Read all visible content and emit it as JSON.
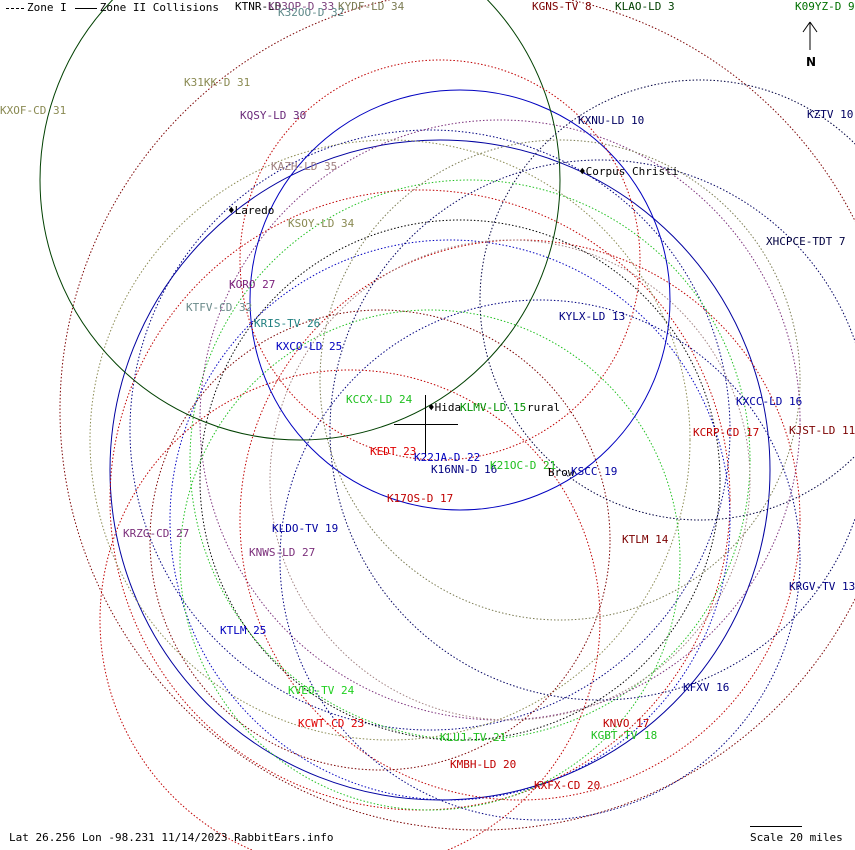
{
  "legend": {
    "zone1_label": "Zone I",
    "zone2_label": "Zone II Collisions"
  },
  "compass": {
    "label": "N"
  },
  "footer": {
    "location_text": "Lat 26.256 Lon -98.231 11/14/2023 RabbitEars.info",
    "scale_text": "Scale 20 miles"
  },
  "cities": [
    {
      "name": "Laredo"
    },
    {
      "name": "Corpus Christi"
    },
    {
      "name": "Hida"
    },
    {
      "name": "rural"
    },
    {
      "name": "Brow"
    }
  ],
  "stations": [
    {
      "label": "KTNR-LD",
      "color": "#000000"
    },
    {
      "label": "K33QP-D 33",
      "color": "#7b3f7b"
    },
    {
      "label": "KYDF-LD 34",
      "color": "#7b7b52"
    },
    {
      "label": "K32OO-D 32",
      "color": "#5f8a8a"
    },
    {
      "label": "KGNS-TV 8",
      "color": "#7b0000"
    },
    {
      "label": "KLAO-LD 3",
      "color": "#004000"
    },
    {
      "label": "K09YZ-D 9",
      "color": "#007000"
    },
    {
      "label": "K31KK-D 31",
      "color": "#8a8a52"
    },
    {
      "label": "KXOF-CD 31",
      "color": "#8a8a52"
    },
    {
      "label": "KQSY-LD 30",
      "color": "#6a2a7a"
    },
    {
      "label": "KXNU-LD 10",
      "color": "#000060"
    },
    {
      "label": "KZTV 10",
      "color": "#000060"
    },
    {
      "label": "KAZH-LD 35",
      "color": "#a08080"
    },
    {
      "label": "KSOY-LD 34",
      "color": "#8a8a52"
    },
    {
      "label": "XHCPCE-TDT 7",
      "color": "#000040"
    },
    {
      "label": "KORO 27",
      "color": "#7b1f7b"
    },
    {
      "label": "KTFV-CD 32",
      "color": "#6a8a8a"
    },
    {
      "label": "KRIS-TV 26",
      "color": "#208080"
    },
    {
      "label": "KXCO-LD 25",
      "color": "#0000c0"
    },
    {
      "label": "KYLX-LD 13",
      "color": "#000080"
    },
    {
      "label": "KCCX-LD 24",
      "color": "#20c020"
    },
    {
      "label": "KLMV-LD 15",
      "color": "#009000"
    },
    {
      "label": "KXCC-LD 16",
      "color": "#0000a0"
    },
    {
      "label": "KEDT 23",
      "color": "#e00000"
    },
    {
      "label": "K22JA-D 22",
      "color": "#0000c0"
    },
    {
      "label": "K16NN-D 16",
      "color": "#000080"
    },
    {
      "label": "K21OC-D 21",
      "color": "#20c020"
    },
    {
      "label": "KSCC 19",
      "color": "#0000a0"
    },
    {
      "label": "KCRP-CD 17",
      "color": "#c00000"
    },
    {
      "label": "KJST-LD 11",
      "color": "#7b0000"
    },
    {
      "label": "K17OS-D 17",
      "color": "#c00000"
    },
    {
      "label": "KRZG-CD 27",
      "color": "#7b2f7b"
    },
    {
      "label": "KLDO-TV 19",
      "color": "#0000a0"
    },
    {
      "label": "KNWS-LD 27",
      "color": "#7b2f7b"
    },
    {
      "label": "KTLM 14",
      "color": "#7b0000"
    },
    {
      "label": "KRGV-TV 13",
      "color": "#000080"
    },
    {
      "label": "KTLM 25",
      "color": "#0000c0"
    },
    {
      "label": "KVEO-TV 24",
      "color": "#20d020"
    },
    {
      "label": "KFXV 16",
      "color": "#000080"
    },
    {
      "label": "KCWT-CD 23",
      "color": "#e00000"
    },
    {
      "label": "KNVO 17",
      "color": "#c00000"
    },
    {
      "label": "KLUJ-TV 21",
      "color": "#20c020"
    },
    {
      "label": "KGBT-TV 18",
      "color": "#20c020"
    },
    {
      "label": "KMBH-LD 20",
      "color": "#c00000"
    },
    {
      "label": "KXFX-CD 20",
      "color": "#c00000"
    }
  ]
}
